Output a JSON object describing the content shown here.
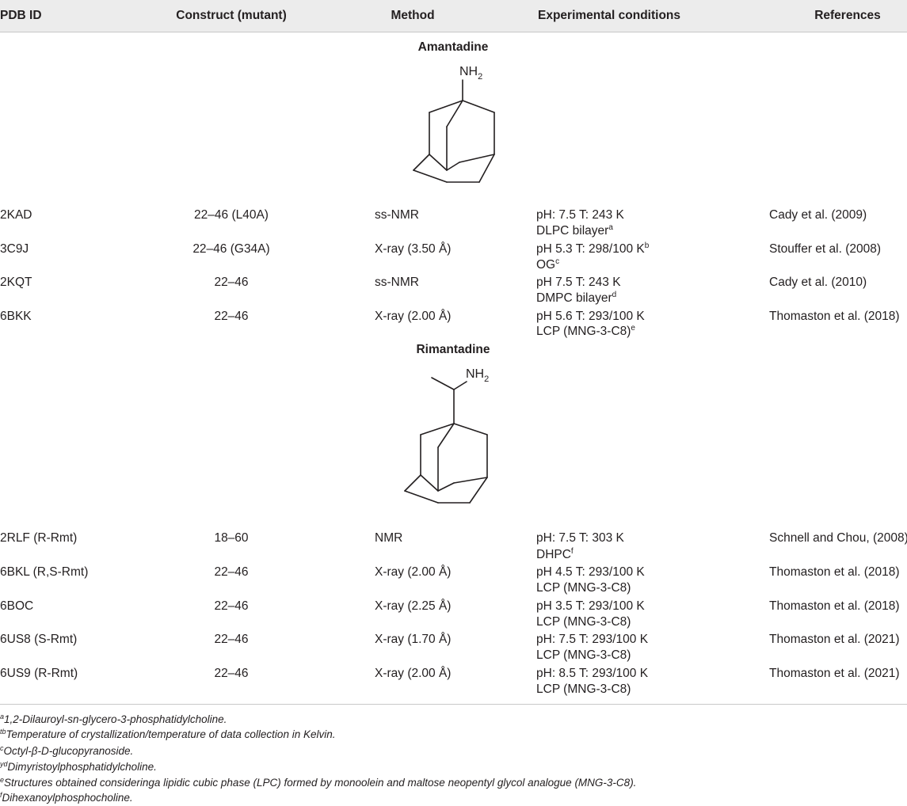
{
  "headers": {
    "pdb_id": "PDB ID",
    "construct": "Construct (mutant)",
    "method": "Method",
    "conditions": "Experimental conditions",
    "references": "References"
  },
  "sections": [
    {
      "title": "Amantadine",
      "structure_label": "NH",
      "structure_label_sub": "2",
      "rows": [
        {
          "pdb": "2KAD",
          "construct": "22–46 (L40A)",
          "method": "ss-NMR",
          "cond1": "pH: 7.5 T: 243 K",
          "cond1_sup": "",
          "cond2": "DLPC bilayer",
          "cond2_sup": "a",
          "ref": "Cady et al. (2009)"
        },
        {
          "pdb": "3C9J",
          "construct": "22–46 (G34A)",
          "method": "X-ray (3.50 Å)",
          "cond1": "pH 5.3 T: 298/100 K",
          "cond1_sup": "b",
          "cond2": "OG",
          "cond2_sup": "c",
          "ref": "Stouffer et al. (2008)"
        },
        {
          "pdb": "2KQT",
          "construct": "22–46",
          "method": "ss-NMR",
          "cond1": "pH 7.5 T: 243 K",
          "cond1_sup": "",
          "cond2": "DMPC bilayer",
          "cond2_sup": "d",
          "ref": "Cady et al. (2010)"
        },
        {
          "pdb": "6BKK",
          "construct": "22–46",
          "method": "X-ray (2.00 Å)",
          "cond1": "pH 5.6 T: 293/100 K",
          "cond1_sup": "",
          "cond2": "LCP (MNG-3-C8)",
          "cond2_sup": "e",
          "ref": "Thomaston et al. (2018)"
        }
      ]
    },
    {
      "title": "Rimantadine",
      "structure_label": "NH",
      "structure_label_sub": "2",
      "rows": [
        {
          "pdb": "2RLF (R-Rmt)",
          "construct": "18–60",
          "method": "NMR",
          "cond1": "pH: 7.5 T: 303 K",
          "cond1_sup": "",
          "cond2": "DHPC",
          "cond2_sup": "f",
          "ref": "Schnell and Chou, (2008)"
        },
        {
          "pdb": "6BKL (R,S-Rmt)",
          "construct": "22–46",
          "method": "X-ray (2.00 Å)",
          "cond1": "pH 4.5 T: 293/100 K",
          "cond1_sup": "",
          "cond2": "LCP (MNG-3-C8)",
          "cond2_sup": "",
          "ref": "Thomaston et al. (2018)"
        },
        {
          "pdb": "6BOC",
          "construct": "22–46",
          "method": "X-ray (2.25 Å)",
          "cond1": "pH 3.5 T: 293/100 K",
          "cond1_sup": "",
          "cond2": "LCP (MNG-3-C8)",
          "cond2_sup": "",
          "ref": "Thomaston et al. (2018)"
        },
        {
          "pdb": "6US8 (S-Rmt)",
          "construct": "22–46",
          "method": "X-ray (1.70 Å)",
          "cond1": "pH: 7.5 T: 293/100 K",
          "cond1_sup": "",
          "cond2": "LCP (MNG-3-C8)",
          "cond2_sup": "",
          "ref": "Thomaston et al. (2021)"
        },
        {
          "pdb": "6US9 (R-Rmt)",
          "construct": "22–46",
          "method": "X-ray (2.00 Å)",
          "cond1": "pH: 8.5 T: 293/100 K",
          "cond1_sup": "",
          "cond2": "LCP (MNG-3-C8)",
          "cond2_sup": "",
          "ref": "Thomaston et al. (2021)"
        }
      ]
    }
  ],
  "footnotes": [
    {
      "mark": "a",
      "text": "1,2-Dilauroyl-sn-glycero-3-phosphatidylcholine."
    },
    {
      "mark": "tb",
      "text": "Temperature of crystallization/temperature of data collection in Kelvin."
    },
    {
      "mark": "c",
      "text": "Octyl-β-D-glucopyranoside."
    },
    {
      "mark": "yd",
      "text": "Dimyristoylphosphatidylcholine."
    },
    {
      "mark": "e",
      "text": "Structures obtained consideringa lipidic cubic phase (LPC) formed by monoolein and maltose neopentyl glycol analogue (MNG-3-C8)."
    },
    {
      "mark": "f",
      "text": "Dihexanoylphosphocholine."
    }
  ]
}
